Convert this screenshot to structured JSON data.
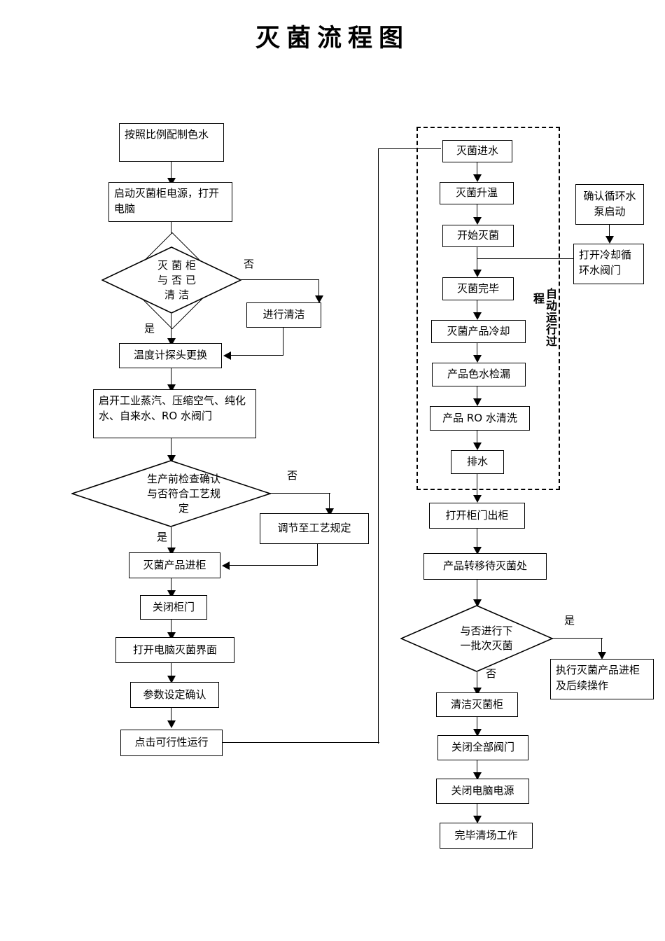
{
  "title": "灭菌流程图",
  "labels": {
    "yes": "是",
    "no": "否"
  },
  "group": {
    "vertical_label_col1": "自动运行过",
    "vertical_label_col2": "程",
    "full_text": "自动运行过程"
  },
  "left_column": {
    "n1": "按照比例配制色水",
    "n2": "启动灭菌柜电源，打开电脑",
    "d1": "灭菌柜\n与否已\n清洁",
    "n3": "进行清洁",
    "n4": "温度计探头更换",
    "n5": "启开工业蒸汽、压缩空气、纯化水、自来水、RO 水阀门",
    "d2": "生产前检查确认\n与否符合工艺规\n定",
    "n6": "调节至工艺规定",
    "n7": "灭菌产品进柜",
    "n8": "关闭柜门",
    "n9": "打开电脑灭菌界面",
    "n10": "参数设定确认",
    "n11": "点击可行性运行"
  },
  "right_column": {
    "r1": "灭菌进水",
    "r2": "灭菌升温",
    "r3": "开始灭菌",
    "r4": "灭菌完毕",
    "r5": "灭菌产品冷却",
    "r6": "产品色水检漏",
    "r7": "产品 RO 水清洗",
    "r8": "排水",
    "r9": "打开柜门出柜",
    "r10": "产品转移待灭菌处",
    "d3": "与否进行下\n一批次灭菌",
    "r11": "执行灭菌产品进柜及后续操作",
    "r12": "清洁灭菌柜",
    "r13": "关闭全部阀门",
    "r14": "关闭电脑电源",
    "r15": "完毕清场工作"
  },
  "side_column": {
    "s1": "确认循环水泵启动",
    "s2": "打开冷却循环水阀门"
  },
  "colors": {
    "stroke": "#000000",
    "background": "#ffffff"
  }
}
